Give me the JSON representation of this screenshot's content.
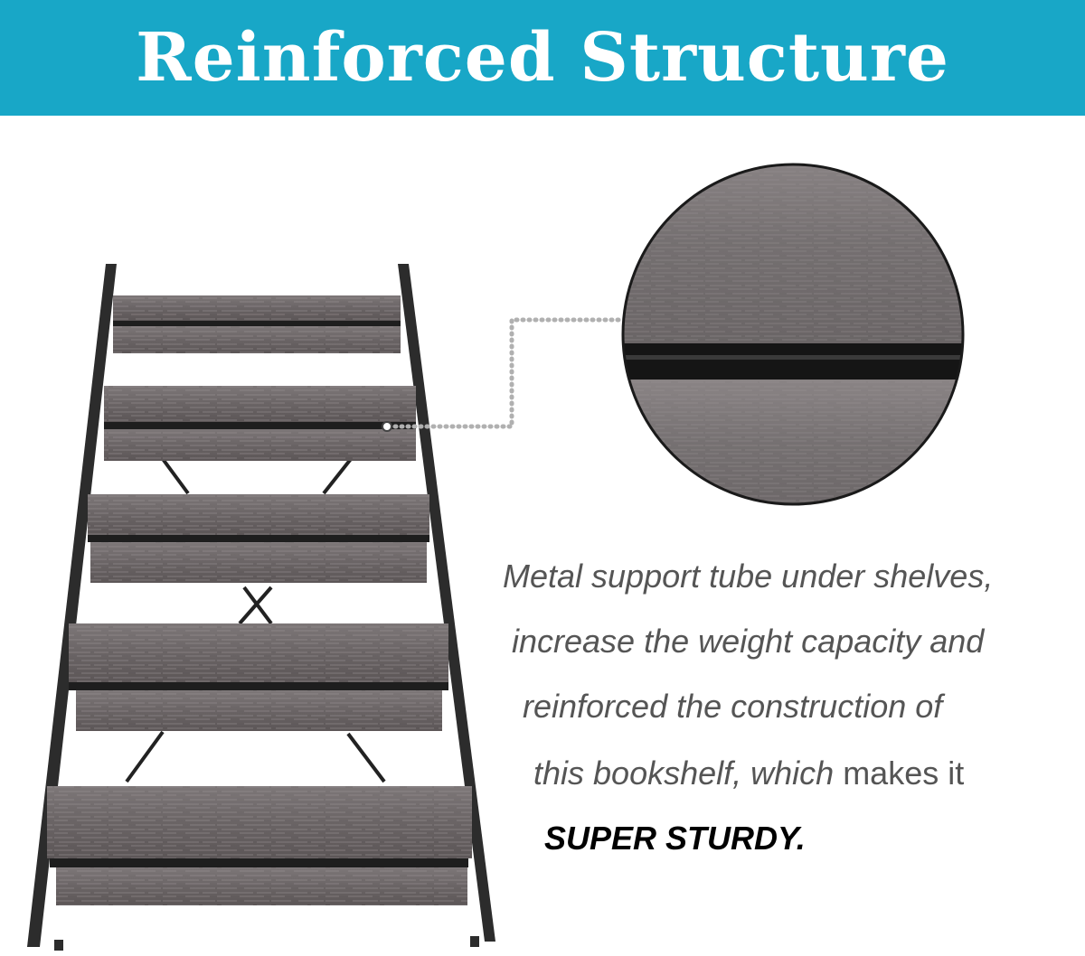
{
  "banner": {
    "title": "Reinforced Structure",
    "background": "#18a7c7",
    "text_color": "#ffffff"
  },
  "product": {
    "image": "bookshelf-ladder-shelves",
    "wood_finish": "grey-oak",
    "frame_color": "#2b2b2b",
    "wood_color": "#6f6a6b"
  },
  "zoom": {
    "image": "zoomed-shelf-edge-with-metal-tube",
    "connector": "dotted-grey-leader-line"
  },
  "description": {
    "line1": "Metal support tube under shelves,",
    "line2": "increase the weight capacity and",
    "line3": "reinforced the construction of",
    "line4_italic": "this bookshelf, which",
    "line4_plain": " makes it",
    "emphasis": "SUPER STURDY."
  }
}
